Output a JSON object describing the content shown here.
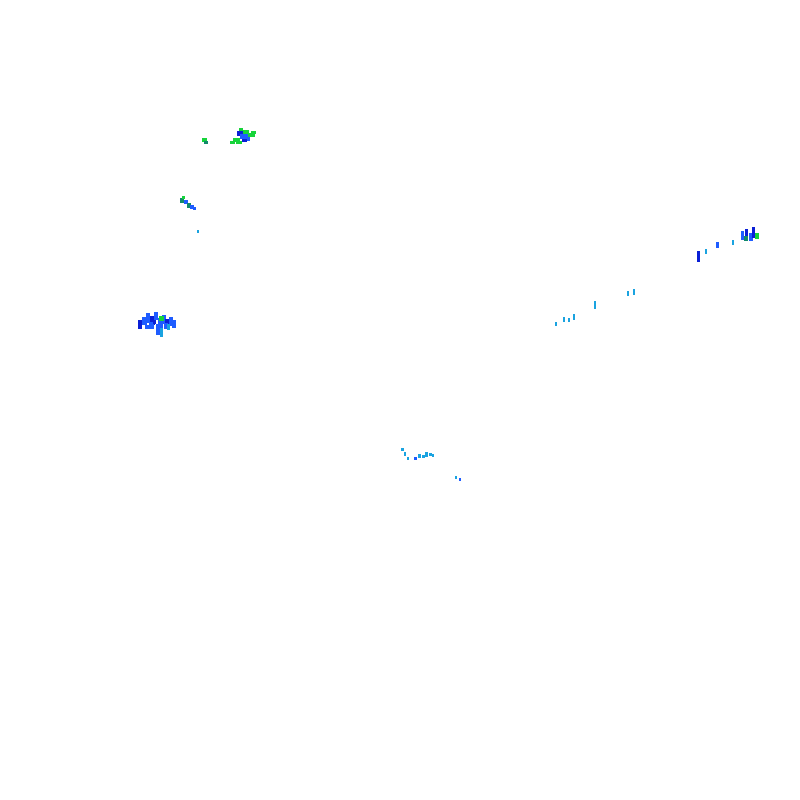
{
  "map": {
    "background": "#ffffff",
    "legend": "none",
    "palette": {
      "dark_blue": "#0a1fd6",
      "blue": "#1e5cff",
      "sky": "#1aa3e0",
      "green": "#16d43a",
      "teal": "#128a6a"
    },
    "clusters": [
      {
        "id": "cluster-northwest-a",
        "color_keys": [
          "green",
          "blue",
          "dark_blue"
        ]
      },
      {
        "id": "cluster-northwest-b",
        "color_keys": [
          "teal",
          "blue",
          "sky"
        ]
      },
      {
        "id": "cluster-west",
        "color_keys": [
          "blue",
          "dark_blue",
          "sky",
          "green"
        ]
      },
      {
        "id": "cluster-east-line",
        "color_keys": [
          "dark_blue",
          "sky",
          "blue",
          "green"
        ]
      },
      {
        "id": "cluster-center",
        "color_keys": [
          "sky",
          "blue"
        ]
      }
    ]
  }
}
